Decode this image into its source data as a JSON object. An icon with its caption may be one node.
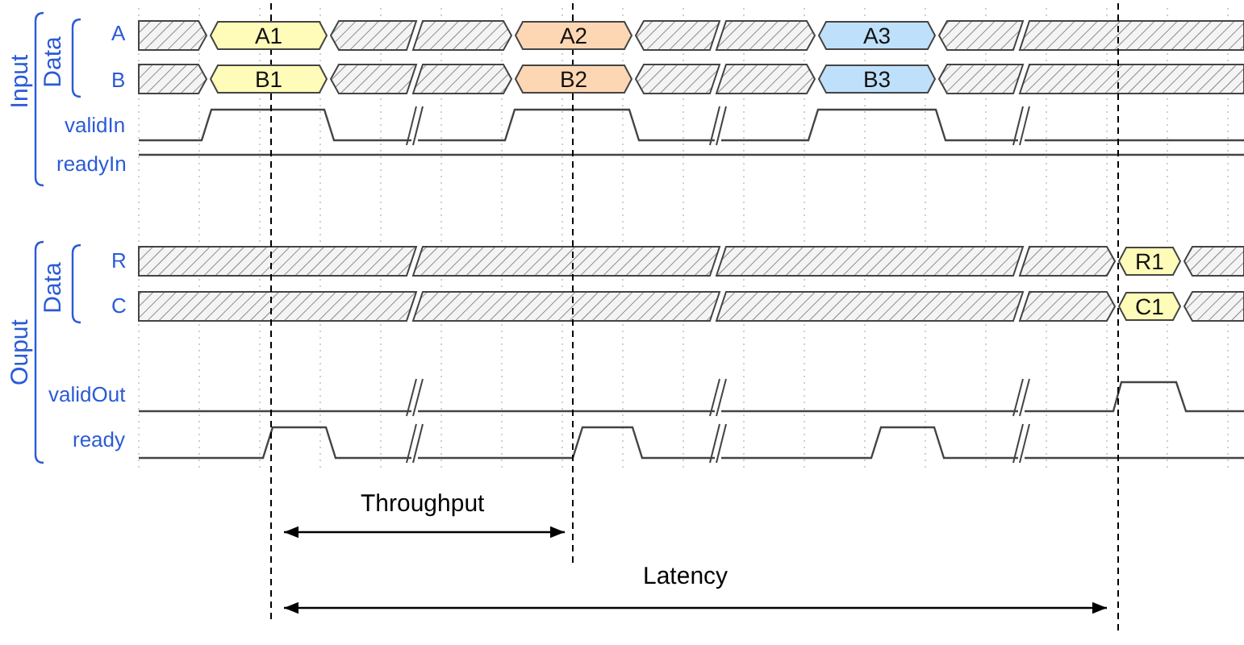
{
  "diagram": {
    "nodes": [
      {
        "text": [
          "A1"
        ]
      },
      {
        "text": [
          "A2"
        ]
      },
      {
        "text": [
          "A3"
        ]
      },
      {
        "text": [
          "B1"
        ]
      },
      {
        "text": [
          "B2"
        ]
      },
      {
        "text": [
          "B3"
        ]
      },
      {
        "text": [
          "R1"
        ]
      },
      {
        "text": [
          "C1"
        ]
      }
    ],
    "labels": [
      "Input",
      "Data",
      "A",
      "B",
      "validIn",
      "readyIn",
      "Ouput",
      "Data",
      "R",
      "C",
      "validOut",
      "ready",
      "Throughput",
      "Latency"
    ]
  }
}
